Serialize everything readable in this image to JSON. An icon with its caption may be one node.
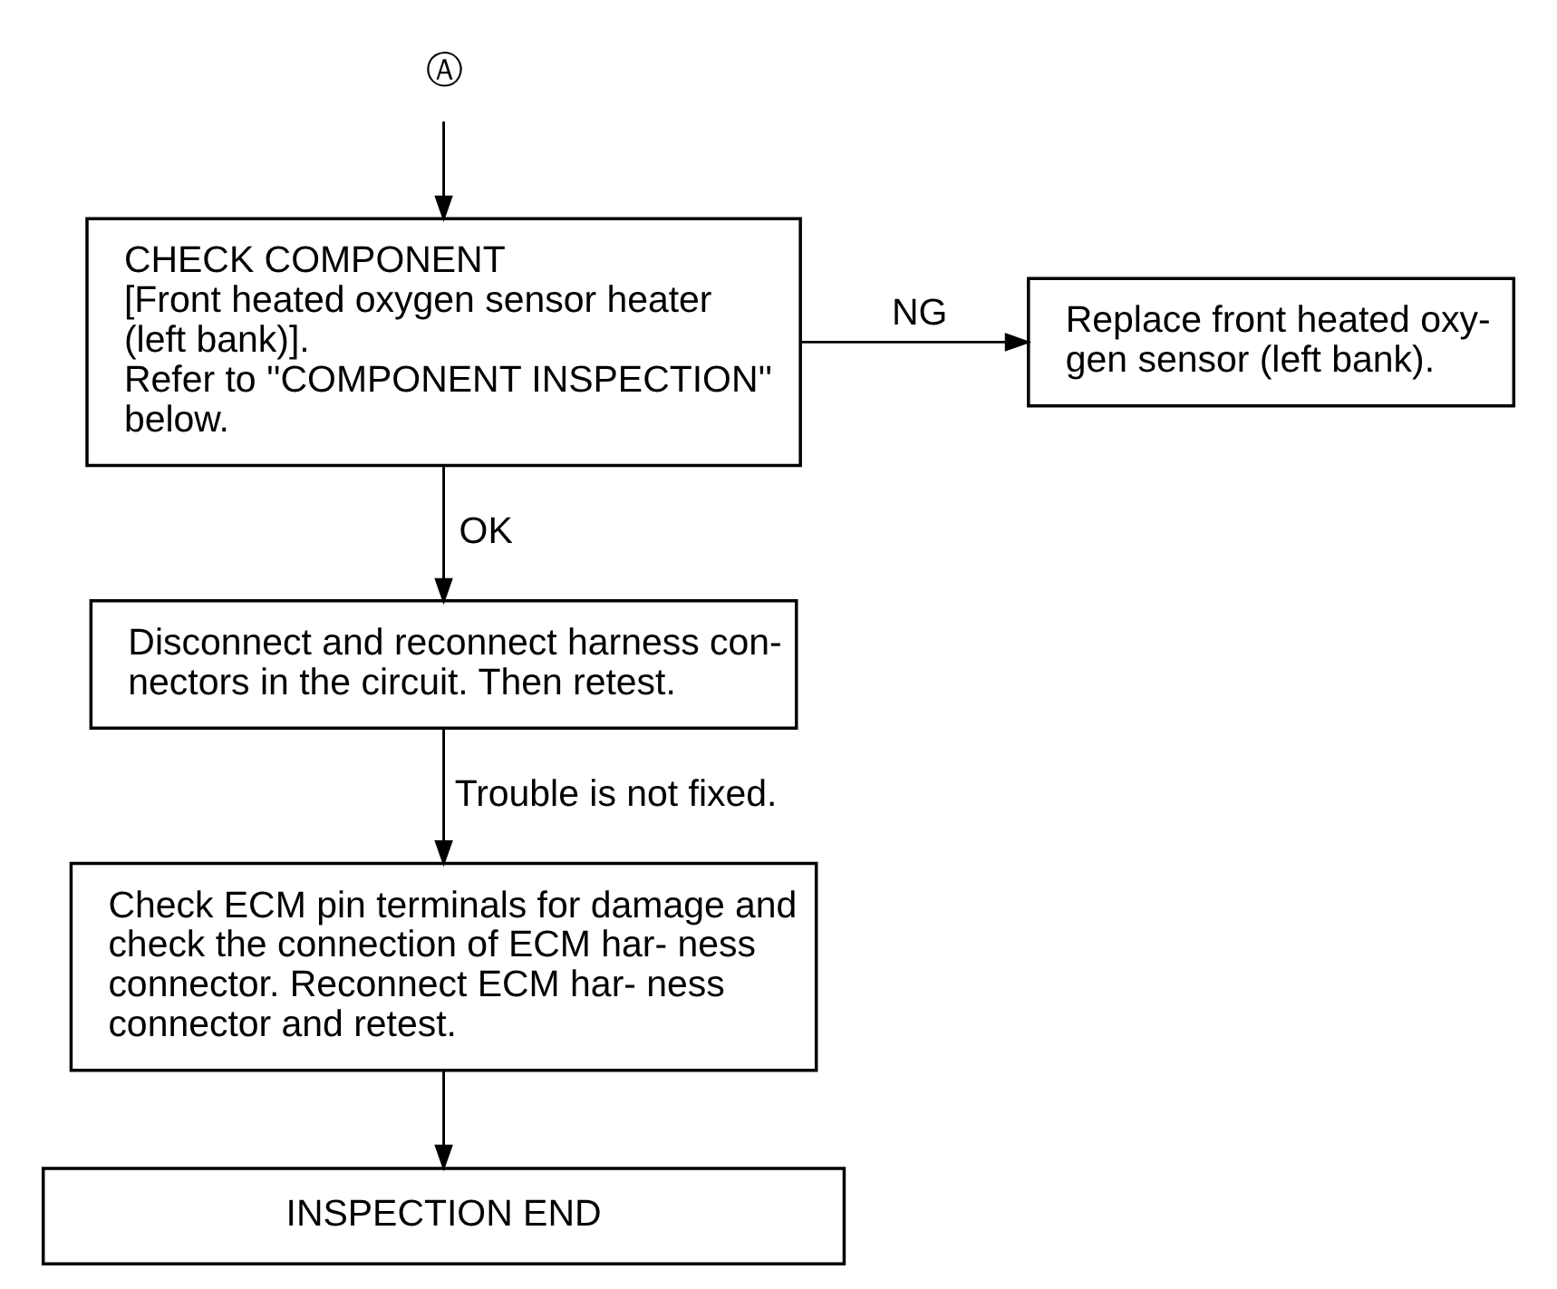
{
  "diagram": {
    "nodes": [
      {
        "text": [
          "Ⓐ"
        ]
      },
      {
        "text": [
          "CHECK COMPONENT",
          "[Front heated oxygen sensor heater (left bank)].",
          "Refer to ''COMPONENT INSPECTION'' below."
        ]
      },
      {
        "text": [
          "Replace front heated oxy- gen sensor (left bank)."
        ]
      },
      {
        "text": [
          "Disconnect and reconnect harness con- nectors in the circuit. Then retest."
        ]
      },
      {
        "text": [
          "Check ECM pin terminals for damage and check the connection of ECM har- ness connector. Reconnect ECM har- ness connector and retest."
        ]
      },
      {
        "text": [
          "INSPECTION END"
        ]
      }
    ],
    "edges": [
      {
        "from": 0,
        "to": 1,
        "arrow": "to"
      },
      {
        "from": 1,
        "to": 2,
        "arrow": "to",
        "label": "NG"
      },
      {
        "from": 1,
        "to": 3,
        "arrow": "to",
        "label": "OK"
      },
      {
        "from": 3,
        "to": 4,
        "arrow": "to",
        "label": "Trouble is not fixed."
      },
      {
        "from": 4,
        "to": 5,
        "arrow": "to"
      }
    ]
  }
}
